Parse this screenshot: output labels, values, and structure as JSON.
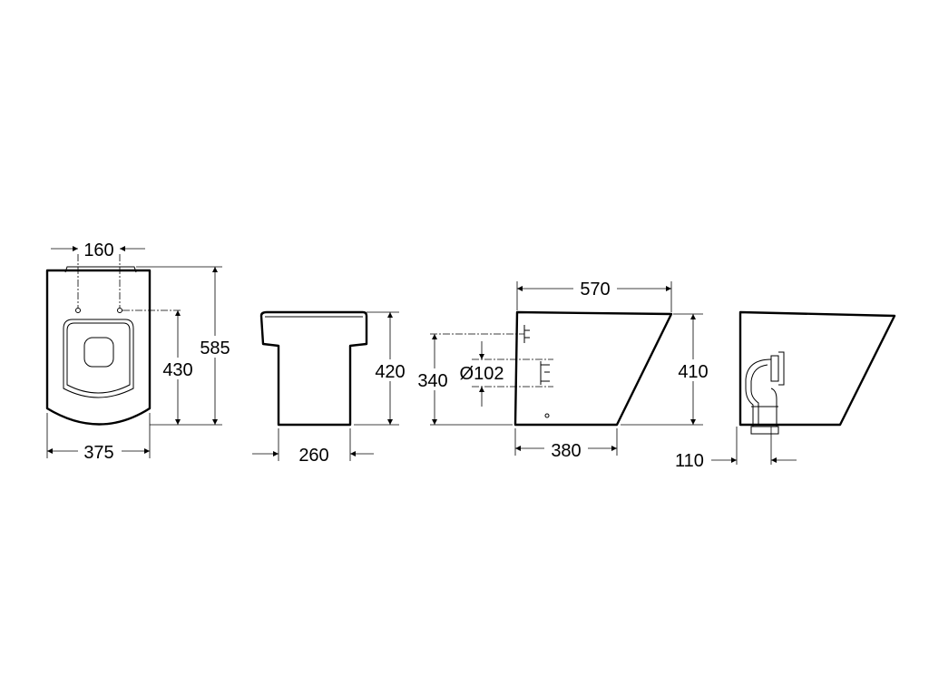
{
  "front_view": {
    "dim_fixing_centres": "160",
    "dim_width": "375",
    "dim_fixing_height": "430",
    "dim_depth": "585"
  },
  "back_view": {
    "dim_base_width": "260",
    "dim_height": "420"
  },
  "side_view": {
    "dim_top_length": "570",
    "dim_base_length": "380",
    "dim_height": "410",
    "dim_outlet_height": "340",
    "dim_outlet_diameter": "Ø102"
  },
  "pan_connector_view": {
    "dim_projection": "110"
  },
  "colors": {
    "line": "#000000",
    "background": "#ffffff"
  }
}
